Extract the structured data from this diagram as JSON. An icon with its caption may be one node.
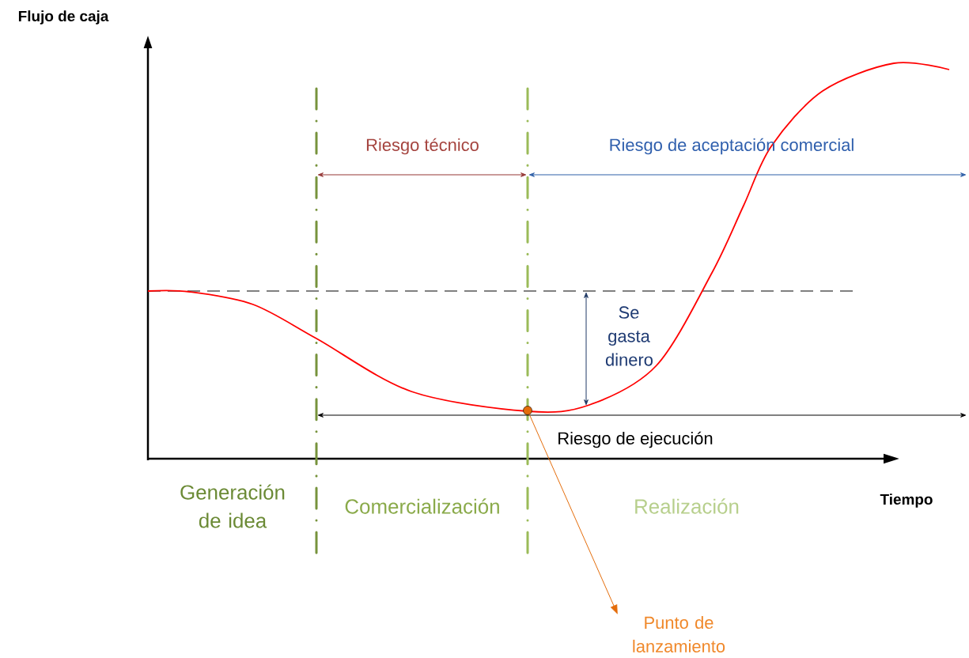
{
  "diagram": {
    "nodes": [
      {
        "text": [],
        "shape": "circle"
      },
      {
        "text": [
          "Punto de lanzamiento"
        ]
      }
    ],
    "edges": [
      {
        "from": 0,
        "to": 1,
        "arrow": "to",
        "color": "#e46c0a"
      }
    ],
    "labels": [
      "Flujo de caja",
      "Riesgo técnico",
      "Riesgo de aceptación comercial",
      "Se gasta dinero",
      "Riesgo de ejecución",
      "Generación de idea",
      "Comercialización",
      "Tiempo",
      "Realización"
    ]
  }
}
